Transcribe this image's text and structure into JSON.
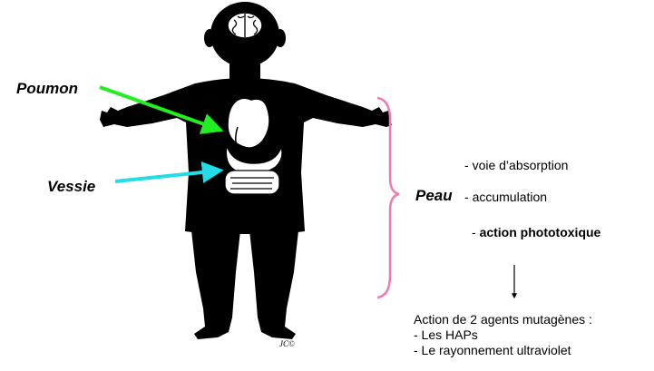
{
  "labels": {
    "poumon": "Poumon",
    "vessie": "Vessie",
    "peau": "Peau"
  },
  "routes": [
    {
      "prefix": "- ",
      "text": "voie d’absorption",
      "bold": false
    },
    {
      "prefix": "- ",
      "text": "accumulation",
      "bold": false
    },
    {
      "prefix": "- ",
      "text": "action phototoxique",
      "bold": true
    }
  ],
  "result": {
    "heading": "Action de 2 agents mutagènes :",
    "items": [
      "- Les HAPs",
      "- Le rayonnement ultraviolet"
    ]
  },
  "colors": {
    "body": "#000000",
    "organs": "#ffffff",
    "poumon_arrow": "#22ee22",
    "vessie_arrow": "#22dde6",
    "brace": "#f07ab0",
    "text": "#000000"
  },
  "icons": {
    "figure": "human-silhouette-icon",
    "brain": "brain-icon",
    "lungs": "lungs-icon",
    "intestine": "intestine-icon"
  }
}
